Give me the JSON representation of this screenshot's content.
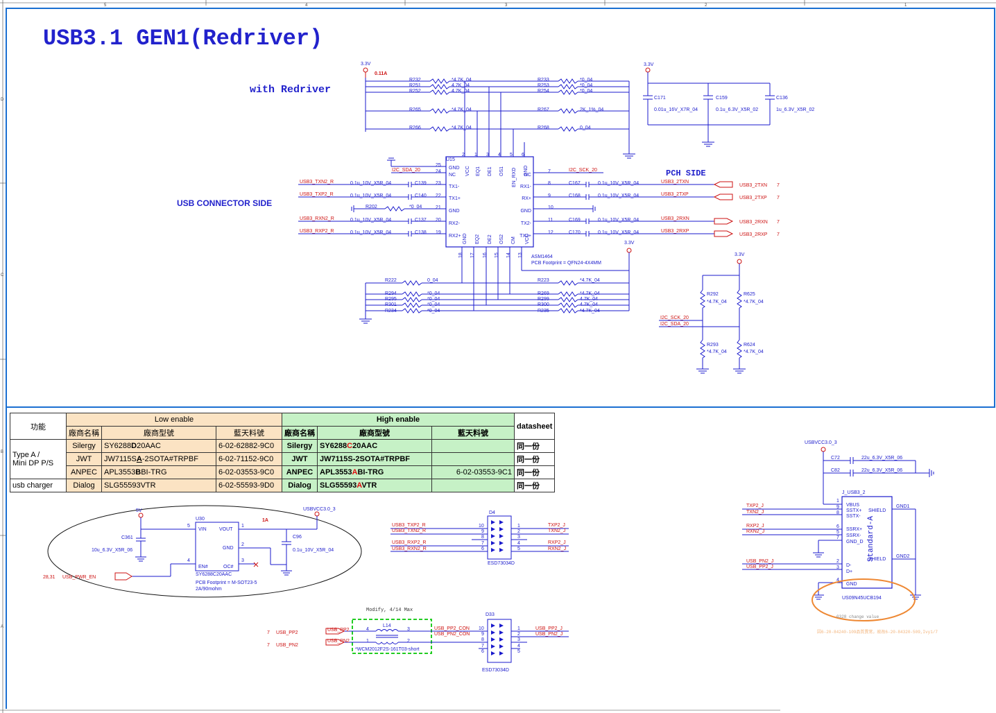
{
  "title": "USB3.1 GEN1(Redriver)",
  "sections": {
    "with_redriver": "with Redriver",
    "usb_connector_side": "USB CONNECTOR SIDE",
    "pch_side": "PCH SIDE"
  },
  "border_labels": {
    "top": [
      "5",
      "4",
      "3",
      "2",
      "1"
    ],
    "left": [
      "D",
      "C",
      "B",
      "A"
    ]
  },
  "power": {
    "v33": "3.3V",
    "current": "0.11A",
    "v5": "5V",
    "usbvcc": "USBVCC3.0_3",
    "current_1a": "1A"
  },
  "pullups_top": [
    {
      "ref": "R232",
      "val": "*4.7K_04"
    },
    {
      "ref": "R251",
      "val": "4.7K_04"
    },
    {
      "ref": "R252",
      "val": "4.7K_04"
    },
    {
      "ref": "R265",
      "val": "*4.7K_04"
    },
    {
      "ref": "R266",
      "val": "*4.7K_04"
    },
    {
      "ref": "R233",
      "val": "*0_04"
    },
    {
      "ref": "R253",
      "val": "*0_04"
    },
    {
      "ref": "R254",
      "val": "*0_04"
    },
    {
      "ref": "R267",
      "val": "2K_1%_04"
    },
    {
      "ref": "R268",
      "val": "0_04"
    }
  ],
  "caps_top": [
    {
      "ref": "C171",
      "val": "0.01u_16V_X7R_04"
    },
    {
      "ref": "C159",
      "val": "0.1u_6.3V_X5R_02"
    },
    {
      "ref": "C136",
      "val": "1u_6.3V_X5R_02"
    }
  ],
  "ic": {
    "ref": "U15",
    "part": "ASM1464",
    "footprint": "PCB Footprint = QFN24-4X4MM",
    "left_pins": [
      {
        "n": "25",
        "name": "GND"
      },
      {
        "n": "24",
        "name": "NC"
      },
      {
        "n": "23",
        "name": "TX1-"
      },
      {
        "n": "22",
        "name": "TX1+"
      },
      {
        "n": "21",
        "name": "GND"
      },
      {
        "n": "20",
        "name": "RX2-"
      },
      {
        "n": "19",
        "name": "RX2+"
      }
    ],
    "right_pins": [
      {
        "n": "7",
        "name": "NC"
      },
      {
        "n": "8",
        "name": "RX1-"
      },
      {
        "n": "9",
        "name": "RX+"
      },
      {
        "n": "10",
        "name": "GND"
      },
      {
        "n": "11",
        "name": "TX2-"
      },
      {
        "n": "12",
        "name": "TX2+"
      }
    ],
    "top_pins": [
      {
        "n": "1",
        "name": "VCC"
      },
      {
        "n": "2",
        "name": "EQ1"
      },
      {
        "n": "3",
        "name": "DE1"
      },
      {
        "n": "4",
        "name": "OS1"
      },
      {
        "n": "5",
        "name": "EN_RXD"
      },
      {
        "n": "6",
        "name": "GND"
      }
    ],
    "bottom_pins": [
      {
        "n": "18",
        "name": "GND"
      },
      {
        "n": "17",
        "name": "EQ2"
      },
      {
        "n": "16",
        "name": "DE2"
      },
      {
        "n": "15",
        "name": "OS2"
      },
      {
        "n": "14",
        "name": "CM"
      },
      {
        "n": "13",
        "name": "VCC"
      }
    ]
  },
  "left_nets": [
    {
      "net": "I2C_SDA_20",
      "cap": "",
      "val": ""
    },
    {
      "net": "USB3_TXN2_R",
      "cap": "C139",
      "val": "0.1u_10V_X5R_04"
    },
    {
      "net": "USB3_TXP2_R",
      "cap": "C140",
      "val": "0.1u_10V_X5R_04"
    },
    {
      "net": "R202",
      "cap": "",
      "val": "*0_04"
    },
    {
      "net": "USB3_RXN2_R",
      "cap": "C137",
      "val": "0.1u_10V_X5R_04"
    },
    {
      "net": "USB3_RXP2_R",
      "cap": "C138",
      "val": "0.1u_10V_X5R_04"
    }
  ],
  "right_nets": [
    {
      "net": "I2C_SCK_20",
      "cap": "",
      "val": "",
      "port": ""
    },
    {
      "net": "USB3_2TXN",
      "cap": "C167",
      "val": "0.1u_10V_X5R_04",
      "port": "USB3_2TXN",
      "sheet": "7"
    },
    {
      "net": "USB3_2TXP",
      "cap": "C168",
      "val": "0.1u_10V_X5R_04",
      "port": "USB3_2TXP",
      "sheet": "7"
    },
    {
      "net": "",
      "cap": "",
      "val": "",
      "port": ""
    },
    {
      "net": "USB3_2RXN",
      "cap": "C169",
      "val": "0.1u_10V_X5R_04",
      "port": "USB3_2RXN",
      "sheet": "7"
    },
    {
      "net": "USB3_2RXP",
      "cap": "C170",
      "val": "0.1u_10V_X5R_04",
      "port": "USB3_2RXP",
      "sheet": "7"
    }
  ],
  "pulls_bottom_left": [
    {
      "ref": "R222",
      "val": "0_04"
    },
    {
      "ref": "R294",
      "val": "*0_04"
    },
    {
      "ref": "R295",
      "val": "*0_04"
    },
    {
      "ref": "R301",
      "val": "*0_04"
    },
    {
      "ref": "R234",
      "val": "*0_04"
    }
  ],
  "pulls_bottom_right": [
    {
      "ref": "R223",
      "val": "*4.7K_04"
    },
    {
      "ref": "R269",
      "val": "*4.7K_04"
    },
    {
      "ref": "R299",
      "val": "4.7K_04"
    },
    {
      "ref": "R300",
      "val": "4.7K_04"
    },
    {
      "ref": "R235",
      "val": "*4.7K_04"
    }
  ],
  "i2c_pulls": [
    {
      "ref": "R292",
      "val": "*4.7K_04"
    },
    {
      "ref": "R625",
      "val": "*4.7K_04"
    },
    {
      "ref": "R293",
      "val": "*4.7K_04"
    },
    {
      "ref": "R624",
      "val": "*4.7K_04"
    }
  ],
  "i2c_nets": [
    "I2C_SCK_20",
    "I2C_SDA_20"
  ],
  "table": {
    "col_func": "功能",
    "low_enable": "Low enable",
    "high_enable": "High enable",
    "datasheet": "datasheet",
    "sub_headers": [
      "廠商名稱",
      "廠商型號",
      "藍天料號"
    ],
    "rows": [
      {
        "func": "Type A /\nMini DP P/S",
        "lo_vendor": "Silergy",
        "lo_part_a": "SY6288",
        "lo_part_b": "D",
        "lo_part_c": "20AAC",
        "lo_pn": "6-02-62882-9C0",
        "hi_vendor": "Silergy",
        "hi_part_a": "SY6288",
        "hi_part_b": "C",
        "hi_part_c": "20AAC",
        "hi_pn": "",
        "ds": "同一份"
      },
      {
        "func": "",
        "lo_vendor": "JWT",
        "lo_part_a": "JW7115S",
        "lo_part_b": "A",
        "lo_part_c": "-2SOTA#TRPBF",
        "lo_pn": "6-02-71152-9C0",
        "hi_vendor": "JWT",
        "hi_part_a": "JW7115S-2SOTA#TRPBF",
        "hi_part_b": "",
        "hi_part_c": "",
        "hi_pn": "",
        "ds": "同一份"
      },
      {
        "func": "",
        "lo_vendor": "ANPEC",
        "lo_part_a": "APL3553",
        "lo_part_b": "B",
        "lo_part_c": "BI-TRG",
        "lo_pn": "6-02-03553-9C0",
        "hi_vendor": "ANPEC",
        "hi_part_a": "APL3553",
        "hi_part_b": "A",
        "hi_part_c": "BI-TRG",
        "hi_pn": "6-02-03553-9C1",
        "ds": "同一份"
      },
      {
        "func": "usb charger",
        "lo_vendor": "Dialog",
        "lo_part_a": "SLG55593VTR",
        "lo_part_b": "",
        "lo_part_c": "",
        "lo_pn": "6-02-55593-9D0",
        "hi_vendor": "Dialog",
        "hi_part_a": "SLG55593",
        "hi_part_b": "A",
        "hi_part_c": "VTR",
        "hi_pn": "",
        "ds": "同一份"
      }
    ]
  },
  "power_switch": {
    "ref": "U30",
    "part": "SY6288C20AAC",
    "footprint": "PCB Footprint = M-SOT23-5",
    "spec": "2A/90mohm",
    "pins": [
      {
        "n": "5",
        "name": "VIN"
      },
      {
        "n": "1",
        "name": "VOUT"
      },
      {
        "n": "2",
        "name": "GND"
      },
      {
        "n": "4",
        "name": "EN#"
      },
      {
        "n": "3",
        "name": "OC#"
      }
    ],
    "c361": {
      "ref": "C361",
      "val": "10u_6.3V_X5R_06"
    },
    "c96": {
      "ref": "C96",
      "val": "0.1u_10V_X5R_04"
    },
    "en_net": "USB_PWR_EN",
    "en_sheet": "28,31"
  },
  "esd_top": {
    "ref": "D4",
    "part": "ESD73034D",
    "left": [
      {
        "net": "USB3_TXP2_R",
        "pin": "10"
      },
      {
        "net": "USB3_TXN2_R",
        "pin": "9"
      },
      {
        "net": "",
        "pin": "8"
      },
      {
        "net": "USB3_RXP2_R",
        "pin": "7"
      },
      {
        "net": "USB3_RXN2_R",
        "pin": "6"
      }
    ],
    "right": [
      {
        "net": "TXP2_J",
        "pin": "1"
      },
      {
        "net": "TXN2_J",
        "pin": "2"
      },
      {
        "net": "",
        "pin": "3"
      },
      {
        "net": "RXP2_J",
        "pin": "4"
      },
      {
        "net": "RXN2_J",
        "pin": "5"
      }
    ]
  },
  "choke": {
    "note": "Modify, 4/14 Max",
    "ref": "L14",
    "part": "*WCM2012F2S-161T03-short",
    "pins": [
      "4",
      "3",
      "1",
      "2"
    ],
    "in": [
      {
        "sheet": "7",
        "net": "USB_PP2"
      },
      {
        "sheet": "7",
        "net": "USB_PN2"
      }
    ],
    "out": [
      "USB_PP2_CON",
      "USB_PN2_CON"
    ]
  },
  "esd_bottom": {
    "ref": "D33",
    "part": "ESD73034D",
    "pins_left": [
      "10",
      "9",
      "8",
      "7",
      "6"
    ],
    "pins_right": [
      "1",
      "2",
      "3",
      "4",
      "5"
    ],
    "right_nets": [
      "USB_PP2_J",
      "USB_PN2_J"
    ]
  },
  "connector": {
    "ref": "J_USB3_2",
    "part": "US09N45UCB194",
    "type": "Standard-A",
    "vcc": "USBVCC3.0_3",
    "caps": [
      {
        "ref": "C72",
        "val": "22u_6.3V_X5R_06"
      },
      {
        "ref": "C82",
        "val": "22u_6.3V_X5R_06"
      }
    ],
    "pins": [
      {
        "n": "1",
        "name": "VBUS",
        "net": ""
      },
      {
        "n": "9",
        "name": "SSTX+",
        "net": "TXP2_J"
      },
      {
        "n": "8",
        "name": "SSTX-",
        "net": "TXN2_J"
      },
      {
        "n": "6",
        "name": "SSRX+",
        "net": "RXP2_J"
      },
      {
        "n": "5",
        "name": "SSRX-",
        "net": "RXN2_J"
      },
      {
        "n": "7",
        "name": "GND_D",
        "net": ""
      },
      {
        "n": "2",
        "name": "D-",
        "net": "USB_PN2_J"
      },
      {
        "n": "3",
        "name": "D+",
        "net": "USB_PP2_J"
      },
      {
        "n": "4",
        "name": "GND",
        "net": ""
      }
    ],
    "shield": [
      "SHIELD",
      "SHIELD"
    ],
    "gnd": [
      "GND1",
      "GND2"
    ],
    "change_note": "0328 change value",
    "vendor_note": "因6-20-84240-109品質異常，故改6-20-84320-509,Ivy1/7"
  },
  "colors": {
    "wire": "#1a1acc",
    "net": "#cc1111",
    "frame": "#1a6fd1",
    "highlight_green": "#22cc22",
    "highlight_orange": "#ee8833"
  }
}
